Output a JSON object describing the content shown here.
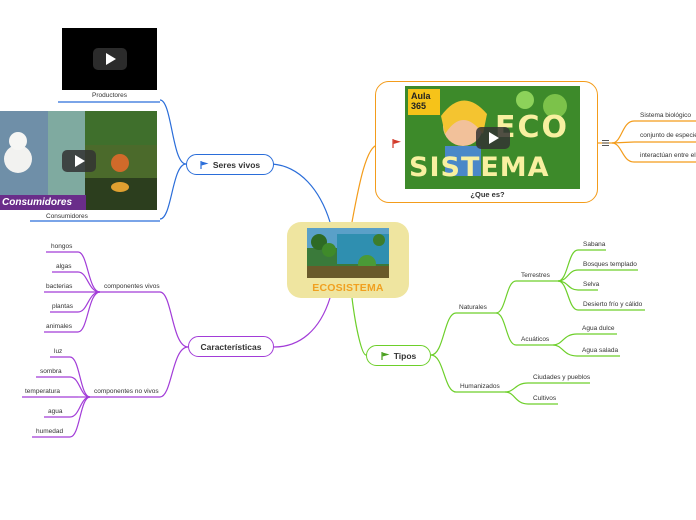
{
  "colors": {
    "seres": "#2a6dd9",
    "caracteristicas": "#a23cd8",
    "tipos": "#6dcf2a",
    "quees": "#f39c1b",
    "center_fill": "#efe5a0",
    "center_title": "#f0a020"
  },
  "center": {
    "title": "ECOSISTEMA"
  },
  "seres_vivos": {
    "label": "Seres vivos",
    "icon": "flag-icon",
    "productores": "Productores",
    "consumidores": "Consumidores",
    "consumidores_banner": "Consumidores"
  },
  "caracteristicas": {
    "label": "Características",
    "vivos": {
      "label": "componentes vivos",
      "items": [
        "hongos",
        "algas",
        "bacterias",
        "plantas",
        "animales"
      ]
    },
    "no_vivos": {
      "label": "componentes no vivos",
      "items": [
        "luz",
        "sombra",
        "temperatura",
        "agua",
        "humedad"
      ]
    }
  },
  "tipos": {
    "label": "Tipos",
    "icon": "flag-icon",
    "naturales": {
      "label": "Naturales",
      "terrestres": {
        "label": "Terrestres",
        "items": [
          "Sabana",
          "Bosques templado",
          "Selva",
          "Desierto frío y cálido"
        ]
      },
      "acuaticos": {
        "label": "Acuáticos",
        "items": [
          "Agua dulce",
          "Agua salada"
        ]
      }
    },
    "humanizados": {
      "label": "Humanizados",
      "items": [
        "Ciudades  y pueblos",
        "Cultivos"
      ]
    }
  },
  "quees": {
    "label": "¿Que es?",
    "icon": "flag-icon",
    "video_brand_top": "Aula",
    "video_brand_bottom": "365",
    "video_title_top": "ECO",
    "video_title_bottom": "SISTEMA",
    "items": [
      "Sistema biológico",
      "conjunto de especies",
      "interactúan entre ellos"
    ]
  }
}
